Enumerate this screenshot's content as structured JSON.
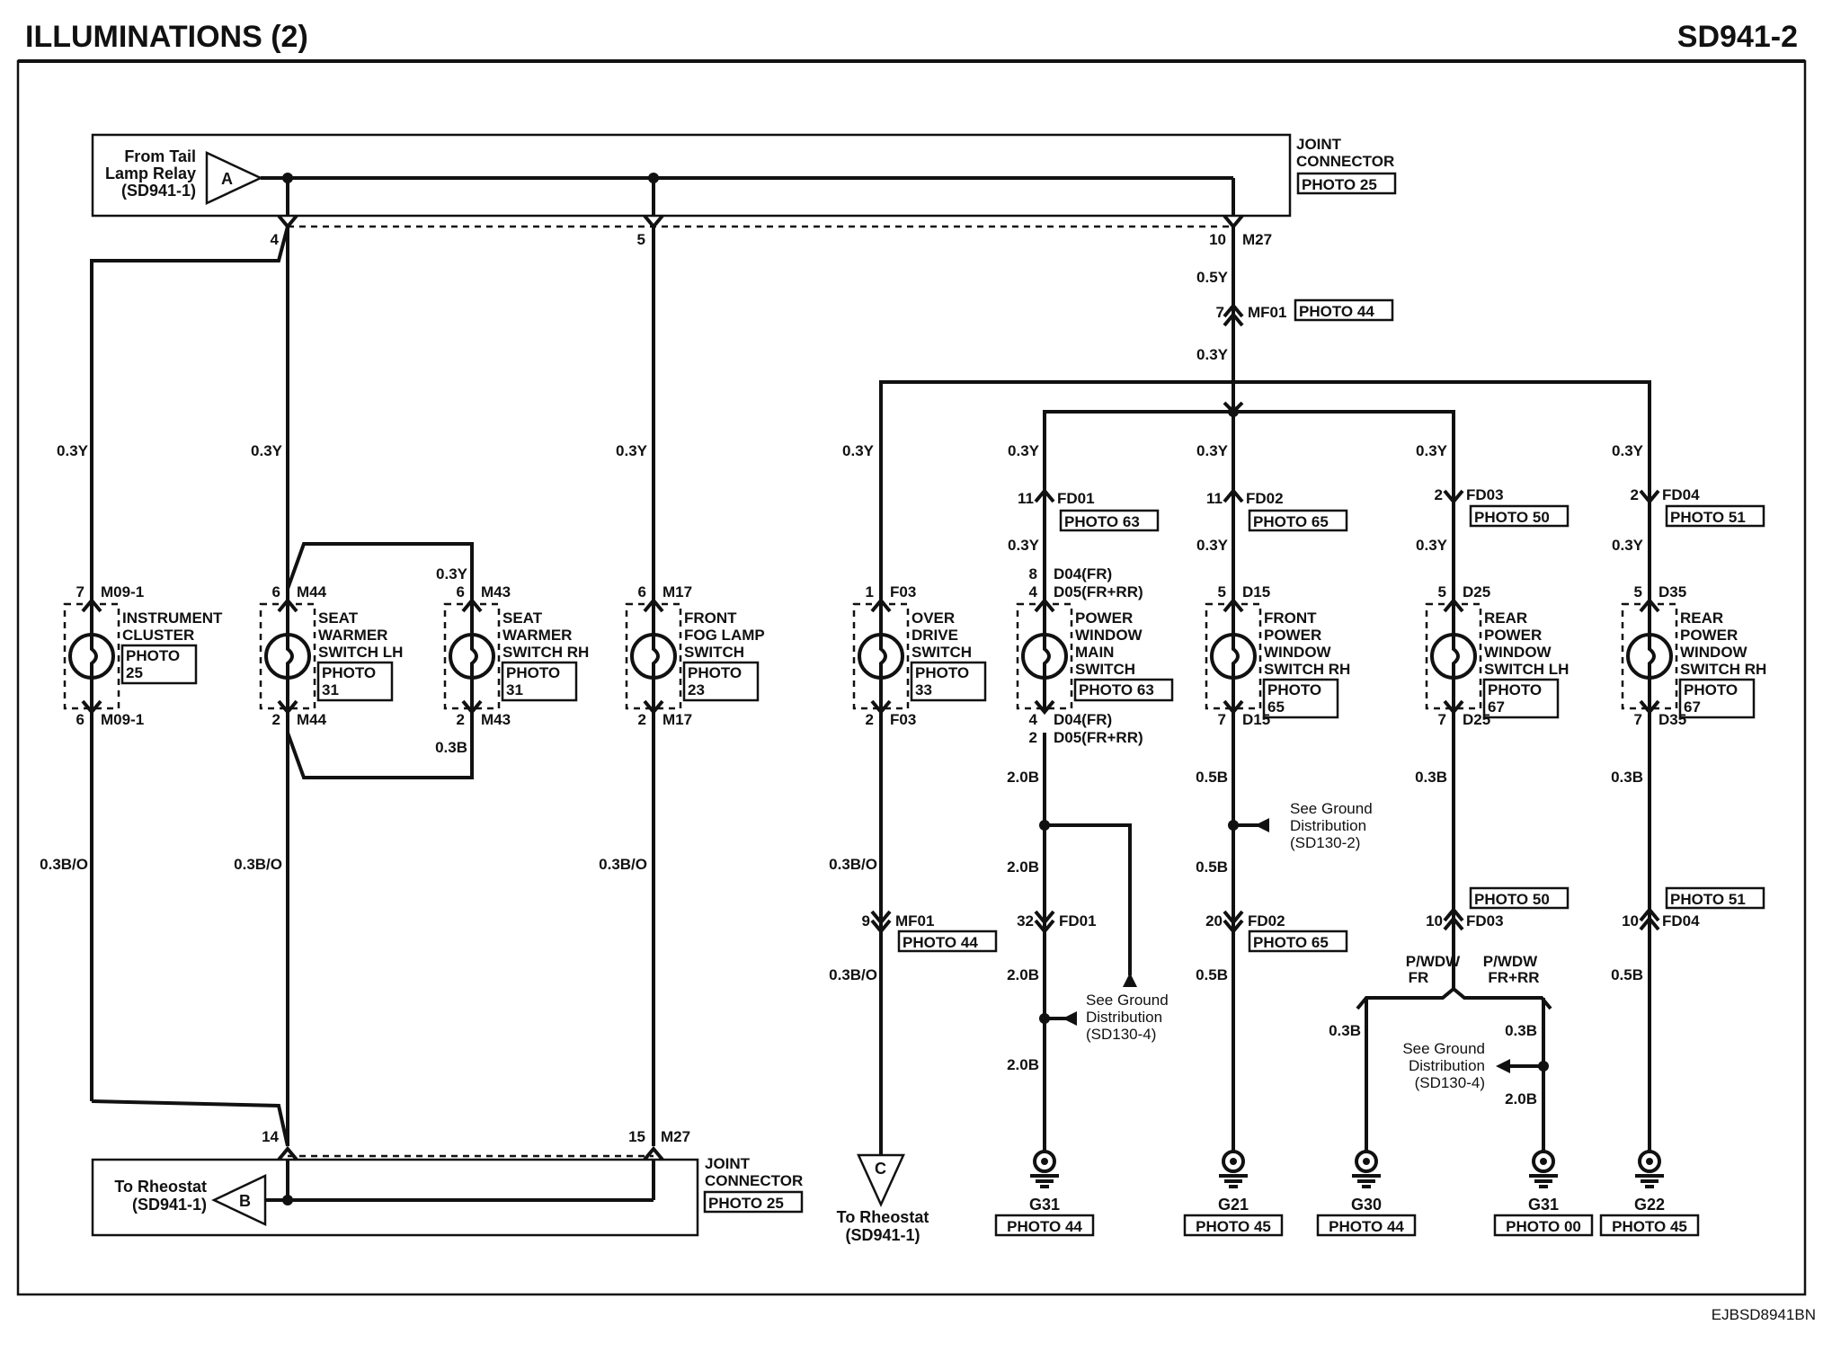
{
  "header": {
    "title": "ILLUMINATIONS (2)",
    "code": "SD941-2"
  },
  "footer": {
    "code": "EJBSD8941BN"
  },
  "top": {
    "source_label": [
      "From Tail",
      "Lamp Relay",
      "(SD941-1)"
    ],
    "source_letter": "A",
    "joint_label": [
      "JOINT",
      "CONNECTOR"
    ],
    "joint_photo": "PHOTO 25",
    "pins": [
      "4",
      "5",
      "10",
      "M27"
    ]
  },
  "bottom": {
    "dest_label": [
      "To Rheostat",
      "(SD941-1)"
    ],
    "dest_letter": "B",
    "joint_label": [
      "JOINT",
      "CONNECTOR"
    ],
    "joint_photo": "PHOTO 25",
    "pins": [
      "14",
      "15",
      "M27"
    ]
  },
  "c_terminal": {
    "letter": "C",
    "label": [
      "To Rheostat",
      "(SD941-1)"
    ]
  },
  "mf01_top": {
    "pin": "7",
    "code": "MF01",
    "photo": "PHOTO 44",
    "wire_above": "0.5Y",
    "wire_below": "0.3Y"
  },
  "mf01_bottom": {
    "pin": "9",
    "code": "MF01",
    "photo": "PHOTO 44",
    "wire_above": "0.3B/O",
    "wire_below": "0.3B/O"
  },
  "components": [
    {
      "id": "instrument",
      "name": [
        "INSTRUMENT",
        "CLUSTER"
      ],
      "photo": [
        "PHOTO",
        "25"
      ],
      "top_pin": "7",
      "top_code": "M09-1",
      "bot_pin": "6",
      "bot_code": "M09-1",
      "wire_top": "0.3Y",
      "wire_bot": "0.3B/O"
    },
    {
      "id": "seat-lh",
      "name": [
        "SEAT",
        "WARMER",
        "SWITCH LH"
      ],
      "photo": [
        "PHOTO",
        "31"
      ],
      "top_pin": "6",
      "top_code": "M44",
      "bot_pin": "2",
      "bot_code": "M44",
      "wire_top": "0.3Y",
      "wire_bot": "0.3B/O"
    },
    {
      "id": "seat-rh",
      "name": [
        "SEAT",
        "WARMER",
        "SWITCH RH"
      ],
      "photo": [
        "PHOTO",
        "31"
      ],
      "top_pin": "6",
      "top_code": "M43",
      "bot_pin": "2",
      "bot_code": "M43",
      "wire_top": "0.3Y",
      "wire_bot": "0.3B"
    },
    {
      "id": "fog",
      "name": [
        "FRONT",
        "FOG LAMP",
        "SWITCH"
      ],
      "photo": [
        "PHOTO",
        "23"
      ],
      "top_pin": "6",
      "top_code": "M17",
      "bot_pin": "2",
      "bot_code": "M17",
      "wire_top": "0.3Y",
      "wire_bot": "0.3B/O"
    },
    {
      "id": "overdrive",
      "name": [
        "OVER",
        "DRIVE",
        "SWITCH"
      ],
      "photo": [
        "PHOTO",
        "33"
      ],
      "top_pin": "1",
      "top_code": "F03",
      "bot_pin": "2",
      "bot_code": "F03",
      "wire_top": "0.3Y",
      "wire_bot": "0.3B/O"
    },
    {
      "id": "pw-main",
      "name": [
        "POWER",
        "WINDOW",
        "MAIN",
        "SWITCH"
      ],
      "photo": [
        "PHOTO 63"
      ],
      "top_pin": "8",
      "top_code": "D04(FR)",
      "top_pin2": "4",
      "top_code2": "D05(FR+RR)",
      "bot_pin": "4",
      "bot_code": "D04(FR)",
      "bot_pin2": "2",
      "bot_code2": "D05(FR+RR)",
      "wire_top": "0.3Y",
      "wire_bot": "2.0B"
    },
    {
      "id": "pw-front-rh",
      "name": [
        "FRONT",
        "POWER",
        "WINDOW",
        "SWITCH RH"
      ],
      "photo": [
        "PHOTO",
        "65"
      ],
      "top_pin": "5",
      "top_code": "D15",
      "bot_pin": "7",
      "bot_code": "D15",
      "wire_top": "0.3Y",
      "wire_bot": "0.5B"
    },
    {
      "id": "pw-rear-lh",
      "name": [
        "REAR",
        "POWER",
        "WINDOW",
        "SWITCH LH"
      ],
      "photo": [
        "PHOTO",
        "67"
      ],
      "top_pin": "5",
      "top_code": "D25",
      "bot_pin": "7",
      "bot_code": "D25",
      "wire_top": "0.3Y",
      "wire_bot": "0.3B"
    },
    {
      "id": "pw-rear-rh",
      "name": [
        "REAR",
        "POWER",
        "WINDOW",
        "SWITCH RH"
      ],
      "photo": [
        "PHOTO",
        "67"
      ],
      "top_pin": "5",
      "top_code": "D35",
      "bot_pin": "7",
      "bot_code": "D35",
      "wire_top": "0.3Y",
      "wire_bot": "0.3B"
    }
  ],
  "fd_connectors_top": [
    {
      "pin": "11",
      "code": "FD01",
      "photo": "PHOTO 63"
    },
    {
      "pin": "11",
      "code": "FD02",
      "photo": "PHOTO 65"
    },
    {
      "pin": "2",
      "code": "FD03",
      "photo": "PHOTO 50"
    },
    {
      "pin": "2",
      "code": "FD04",
      "photo": "PHOTO 51"
    }
  ],
  "fd_connectors_bottom": [
    {
      "pin": "32",
      "code": "FD01",
      "photo": ""
    },
    {
      "pin": "20",
      "code": "FD02",
      "photo": "PHOTO 65"
    },
    {
      "pin": "10",
      "code": "FD03",
      "photo": "PHOTO 50"
    },
    {
      "pin": "10",
      "code": "FD04",
      "photo": "PHOTO 51"
    }
  ],
  "wires": {
    "w_0_3Y": "0.3Y",
    "w_2_0B": "2.0B",
    "w_0_5B": "0.5B",
    "w_0_3B": "0.3B",
    "w_0_3BO": "0.3B/O"
  },
  "ground_notes": [
    [
      "See Ground",
      "Distribution",
      "(SD130-2)"
    ],
    [
      "See Ground",
      "Distribution",
      "(SD130-4)"
    ],
    [
      "See Ground",
      "Distribution",
      "(SD130-4)"
    ]
  ],
  "pwdw": {
    "left": [
      "P/WDW",
      "FR"
    ],
    "right": [
      "P/WDW",
      "FR+RR"
    ]
  },
  "grounds": [
    {
      "code": "G31",
      "photo": "PHOTO 44"
    },
    {
      "code": "G21",
      "photo": "PHOTO 45"
    },
    {
      "code": "G30",
      "photo": "PHOTO 44"
    },
    {
      "code": "G31",
      "photo": "PHOTO 00"
    },
    {
      "code": "G22",
      "photo": "PHOTO 45"
    }
  ]
}
